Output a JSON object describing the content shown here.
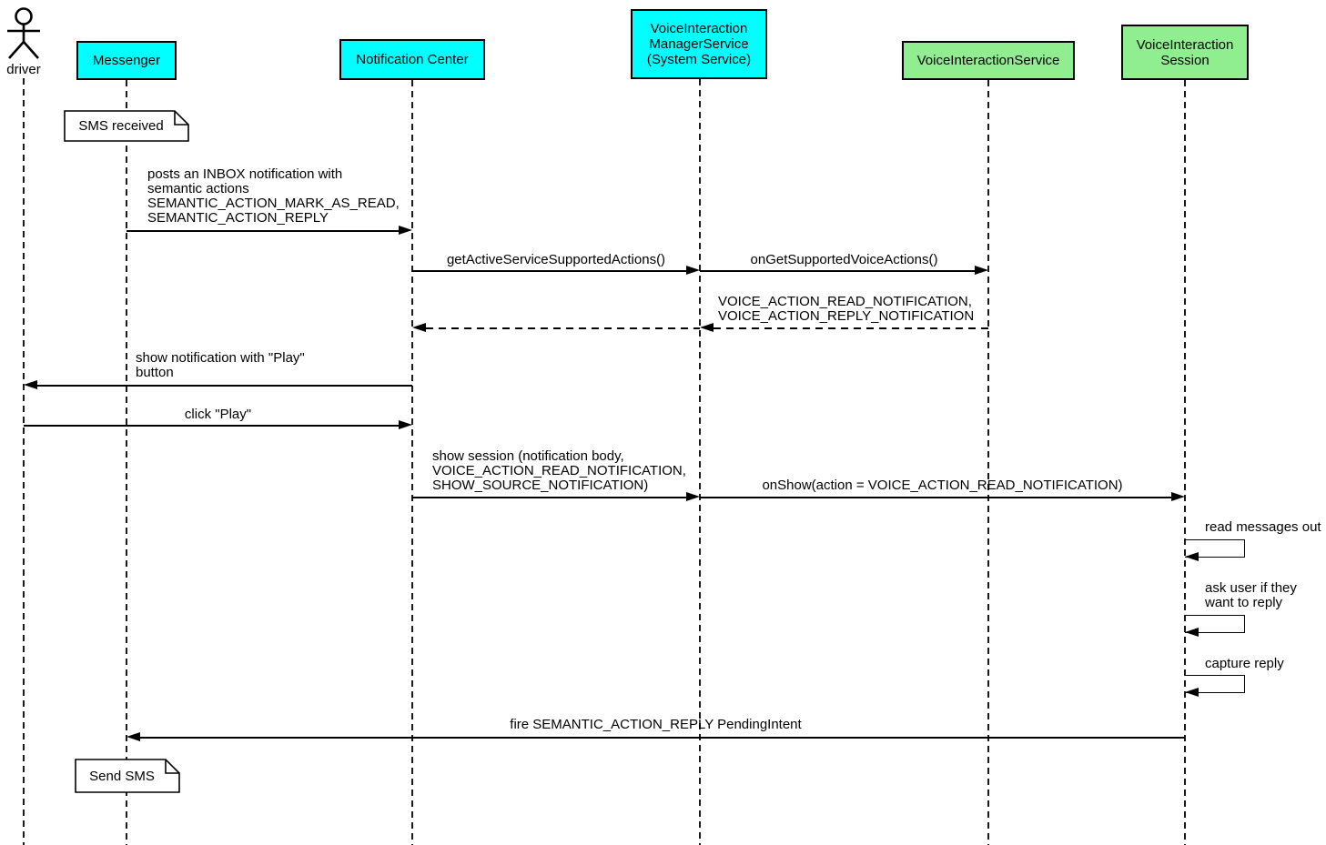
{
  "participants": {
    "driver": {
      "label": "driver",
      "type": "actor"
    },
    "messenger": {
      "label": "Messenger",
      "color": "#00FFFF"
    },
    "notification_center": {
      "label": "Notification Center",
      "color": "#00FFFF"
    },
    "vims": {
      "label": "VoiceInteraction\nManagerService\n(System Service)",
      "color": "#00FFFF"
    },
    "vis": {
      "label": "VoiceInteractionService",
      "color": "#90EE90"
    },
    "session": {
      "label": "VoiceInteraction\nSession",
      "color": "#90EE90"
    }
  },
  "notes": {
    "sms_received": "SMS received",
    "send_sms": "Send SMS"
  },
  "messages": {
    "post_inbox": "posts an INBOX notification with\nsemantic actions\nSEMANTIC_ACTION_MARK_AS_READ,\nSEMANTIC_ACTION_REPLY",
    "get_actions": "getActiveServiceSupportedActions()",
    "on_get_actions": "onGetSupportedVoiceActions()",
    "voice_actions_return": "VOICE_ACTION_READ_NOTIFICATION,\nVOICE_ACTION_REPLY_NOTIFICATION",
    "show_notification": "show notification with \"Play\"\nbutton",
    "click_play": "click \"Play\"",
    "show_session": "show session (notification body,\nVOICE_ACTION_READ_NOTIFICATION,\nSHOW_SOURCE_NOTIFICATION)",
    "on_show": "onShow(action = VOICE_ACTION_READ_NOTIFICATION)",
    "read_messages": "read messages out",
    "ask_user": "ask user if they\nwant to reply",
    "capture_reply": "capture reply",
    "fire_reply": "fire SEMANTIC_ACTION_REPLY PendingIntent"
  },
  "colors": {
    "system_component": "#00FFFF",
    "voice_service_component": "#90EE90",
    "line": "#000000",
    "note_background": "#FFFFFF"
  }
}
